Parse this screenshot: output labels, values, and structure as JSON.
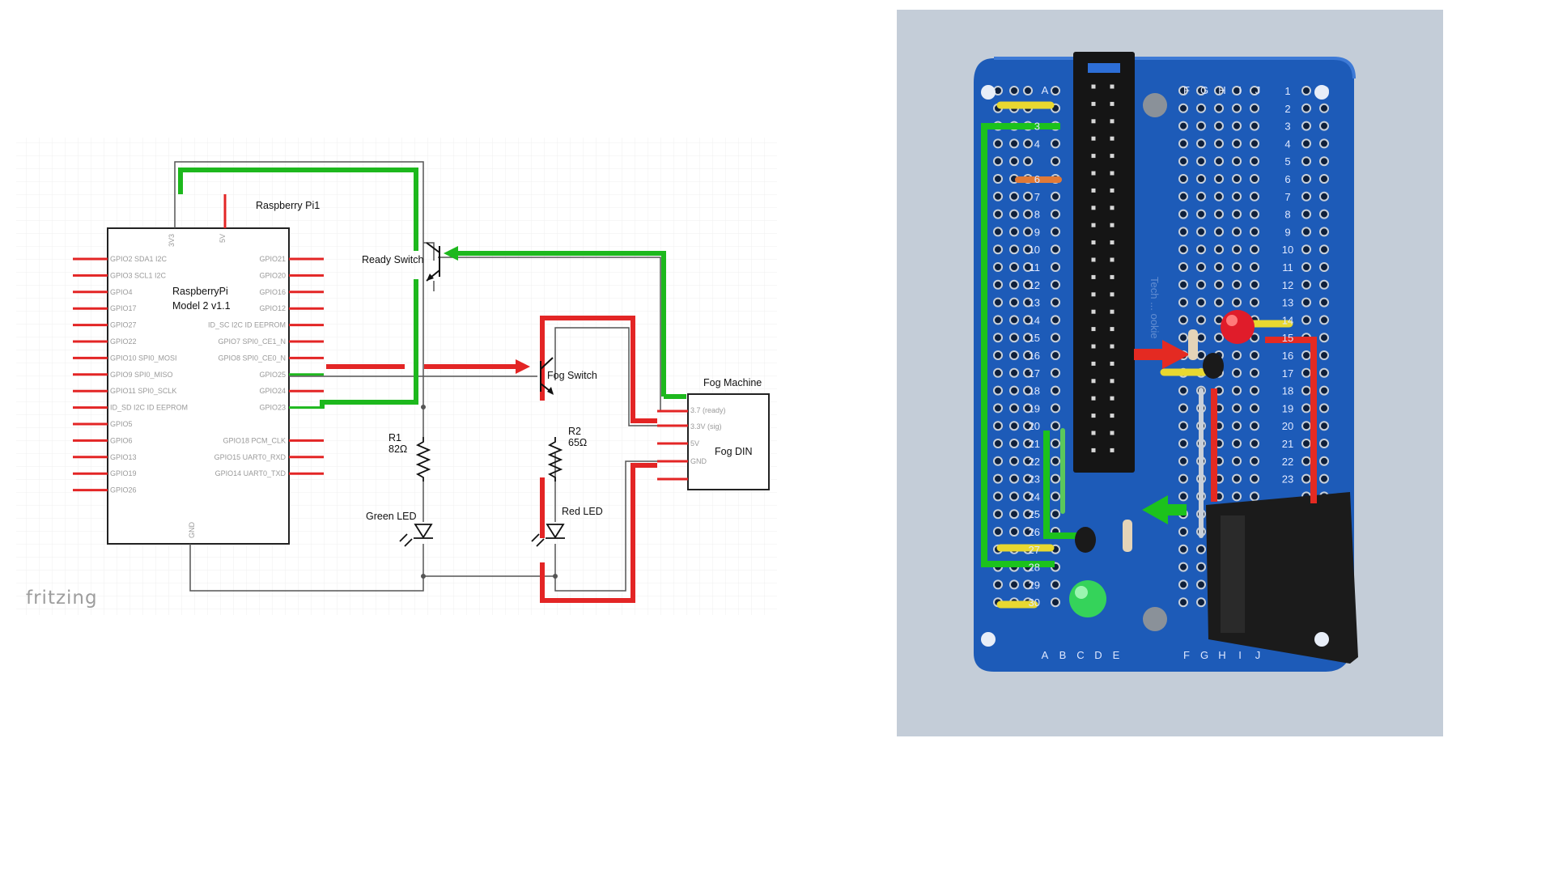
{
  "schematic": {
    "raspberry_pi": {
      "title": "Raspberry Pi1",
      "model_line1": "RaspberryPi",
      "model_line2": "Model 2 v1.1",
      "top_pins": [
        "3V3",
        "5V"
      ],
      "bottom_pin": "GND",
      "left_pins": [
        "GPIO2 SDA1 I2C",
        "GPIO3 SCL1 I2C",
        "GPIO4",
        "GPIO17",
        "GPIO27",
        "GPIO22",
        "GPIO10 SPI0_MOSI",
        "GPIO9 SPI0_MISO",
        "GPIO11 SPI0_SCLK",
        "ID_SD I2C ID EEPROM",
        "GPIO5",
        "GPIO6",
        "GPIO13",
        "GPIO19",
        "GPIO26"
      ],
      "right_pins": [
        "GPIO21",
        "GPIO20",
        "GPIO16",
        "GPIO12",
        "ID_SC I2C ID EEPROM",
        "GPIO7 SPI0_CE1_N",
        "GPIO8 SPI0_CE0_N",
        "GPIO25",
        "GPIO24",
        "GPIO23",
        "",
        "GPIO18 PCM_CLK",
        "GPIO15 UART0_RXD",
        "GPIO14 UART0_TXD"
      ]
    },
    "ready_switch": "Ready Switch",
    "fog_switch": "Fog Switch",
    "r1_name": "R1",
    "r1_value": "82Ω",
    "r2_name": "R2",
    "r2_value": "65Ω",
    "green_led": "Green LED",
    "red_led": "Red LED",
    "fog_machine": {
      "title": "Fog Machine",
      "pins": [
        "3.7 (ready)",
        "3.3V (sig)",
        "5V",
        "GND"
      ],
      "connector": "Fog DIN"
    },
    "watermark": "fritzing",
    "colors": {
      "green_path": "#1db81d",
      "red_path": "#e32525",
      "wire": "#555555"
    }
  },
  "board_photo": {
    "column_letters_top": [
      "A",
      "F",
      "G",
      "H",
      "I",
      "J"
    ],
    "column_letters_bottom": [
      "A",
      "B",
      "C",
      "D",
      "E",
      "F",
      "G",
      "H",
      "I",
      "J"
    ],
    "row_numbers_left": [
      "3",
      "4",
      "6",
      "7",
      "8",
      "9",
      "10",
      "11",
      "12",
      "13",
      "14",
      "15",
      "16",
      "17",
      "18",
      "19",
      "20",
      "21",
      "22",
      "23",
      "24",
      "25",
      "26",
      "27",
      "28",
      "29",
      "30"
    ],
    "row_numbers_right": [
      "1",
      "2",
      "3",
      "4",
      "5",
      "6",
      "7",
      "8",
      "9",
      "10",
      "11",
      "12",
      "13",
      "14",
      "15",
      "16",
      "17",
      "18",
      "19",
      "20",
      "21",
      "22",
      "23"
    ],
    "silkscreen_vertical": "Tech ... ookie",
    "colors": {
      "board": "#1d5bb8",
      "background": "#c9d3de"
    }
  }
}
